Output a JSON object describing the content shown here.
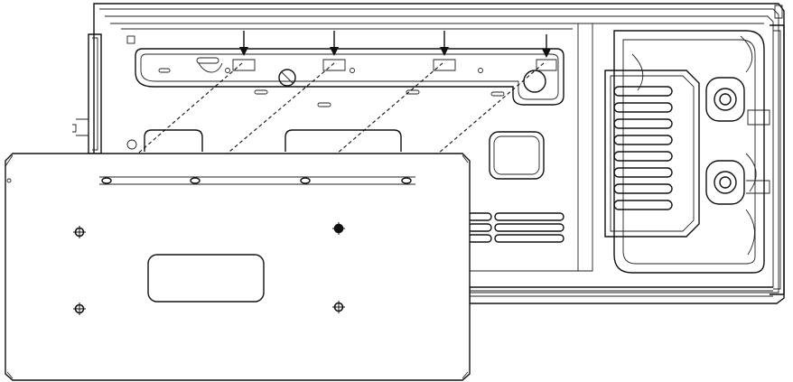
{
  "figure": {
    "subject": "panel-installation-diagram",
    "arrow_count": 4,
    "mount_hole_count": 4,
    "dashed_leader_count": 4,
    "line_color": "#111111",
    "background": "#ffffff",
    "icons": [
      "down-arrow-icon",
      "mount-hole-icon"
    ]
  }
}
